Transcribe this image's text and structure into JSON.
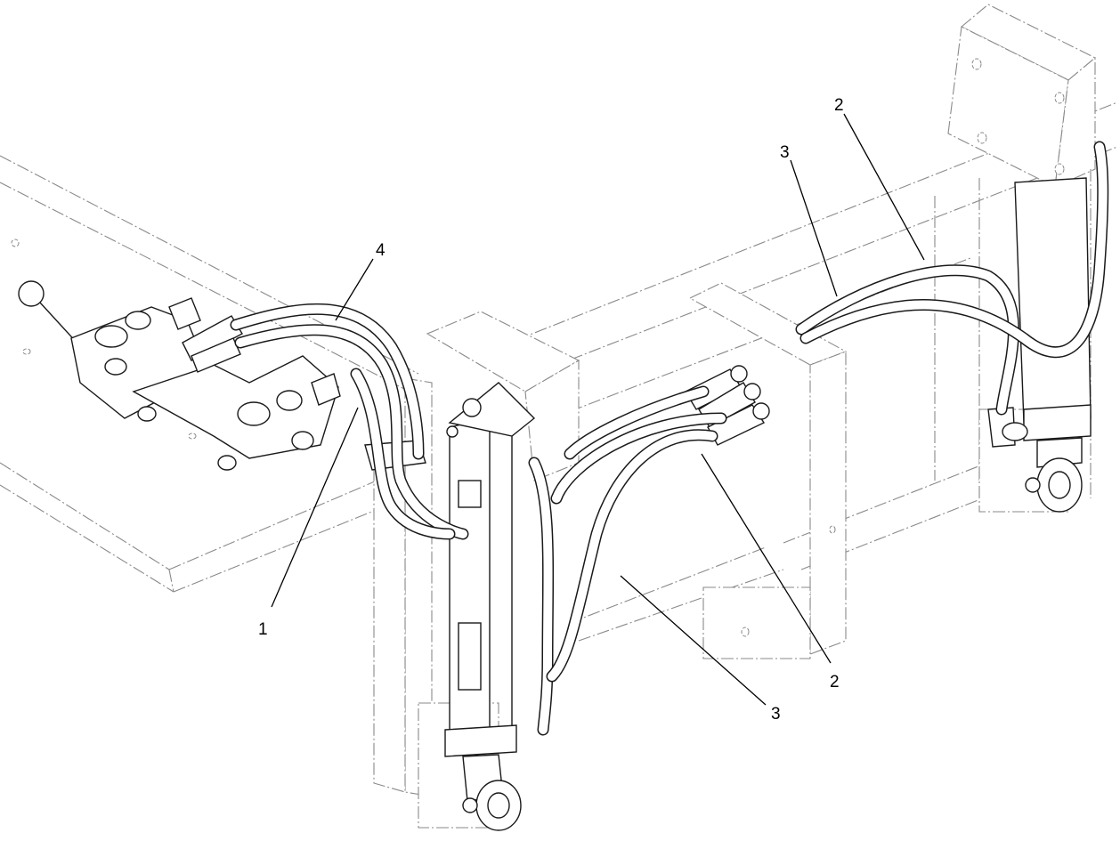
{
  "callouts": [
    {
      "label": "4"
    },
    {
      "label": "1"
    },
    {
      "label": "2"
    },
    {
      "label": "3"
    },
    {
      "label": "3"
    },
    {
      "label": "2"
    }
  ]
}
